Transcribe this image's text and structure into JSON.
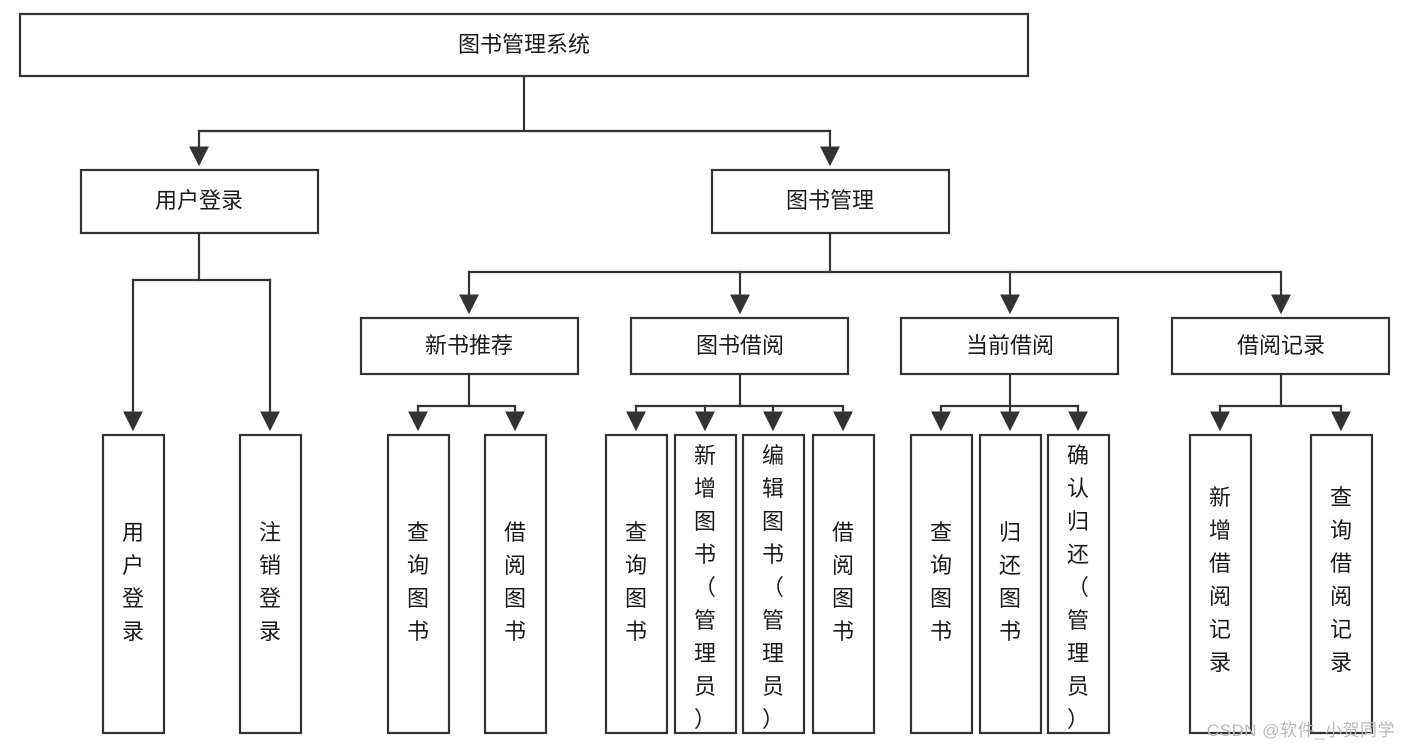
{
  "diagram": {
    "type": "tree",
    "title": "图书管理系统",
    "orientation": "top-down",
    "colors": {
      "box_fill": "#ffffff",
      "box_stroke": "#333333",
      "text": "#1a1a1a",
      "background": "#ffffff",
      "watermark": "#b9b9b9"
    },
    "root": {
      "label": "图书管理系统",
      "orientation": "horizontal"
    },
    "level2": [
      {
        "label": "用户登录",
        "orientation": "horizontal"
      },
      {
        "label": "图书管理",
        "orientation": "horizontal"
      }
    ],
    "level3": [
      {
        "label": "新书推荐",
        "orientation": "horizontal",
        "parent": "图书管理"
      },
      {
        "label": "图书借阅",
        "orientation": "horizontal",
        "parent": "图书管理"
      },
      {
        "label": "当前借阅",
        "orientation": "horizontal",
        "parent": "图书管理"
      },
      {
        "label": "借阅记录",
        "orientation": "horizontal",
        "parent": "图书管理"
      }
    ],
    "leaves": {
      "用户登录": [
        {
          "label": "用户登录",
          "orientation": "vertical",
          "align": "middle"
        },
        {
          "label": "注销登录",
          "orientation": "vertical",
          "align": "middle"
        }
      ],
      "新书推荐": [
        {
          "label": "查询图书",
          "orientation": "vertical",
          "align": "middle"
        },
        {
          "label": "借阅图书",
          "orientation": "vertical",
          "align": "middle"
        }
      ],
      "图书借阅": [
        {
          "label": "查询图书",
          "orientation": "vertical",
          "align": "middle"
        },
        {
          "label": "新增图书（管理员）",
          "orientation": "vertical",
          "align": "top"
        },
        {
          "label": "编辑图书（管理员）",
          "orientation": "vertical",
          "align": "top"
        },
        {
          "label": "借阅图书",
          "orientation": "vertical",
          "align": "middle"
        }
      ],
      "当前借阅": [
        {
          "label": "查询图书",
          "orientation": "vertical",
          "align": "middle"
        },
        {
          "label": "归还图书",
          "orientation": "vertical",
          "align": "middle"
        },
        {
          "label": "确认归还（管理员）",
          "orientation": "vertical",
          "align": "top"
        }
      ],
      "借阅记录": [
        {
          "label": "新增借阅记录",
          "orientation": "vertical",
          "align": "middle"
        },
        {
          "label": "查询借阅记录",
          "orientation": "vertical",
          "align": "middle"
        }
      ]
    },
    "watermark": "CSDN @软件_小贺同学"
  }
}
